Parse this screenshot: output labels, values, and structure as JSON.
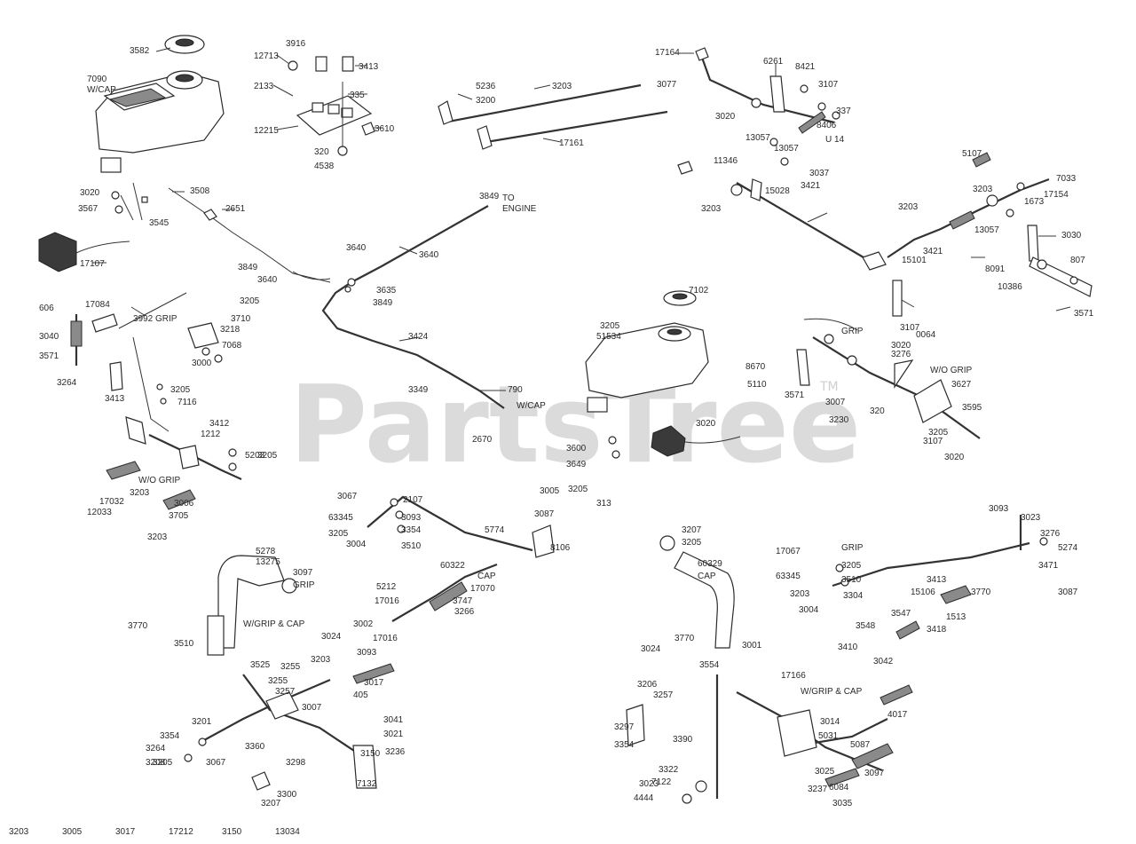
{
  "watermark": {
    "brand": "PartsTree",
    "tm": "TM"
  },
  "labels": [
    "3582",
    "3916",
    "12713",
    "2133",
    "3413",
    "335",
    "12215",
    "320",
    "3610",
    "4538",
    "7090",
    "W/CAP",
    "3020",
    "3567",
    "3508",
    "3545",
    "2651",
    "17107",
    "3849",
    "TO",
    "ENGINE",
    "3640",
    "3640",
    "3640",
    "3849",
    "3635",
    "3849",
    "3424",
    "3349",
    "5236",
    "3200",
    "3203",
    "17161",
    "17164",
    "6261",
    "8421",
    "3077",
    "3107",
    "3020",
    "337",
    "8406",
    "U 14",
    "13057",
    "13057",
    "3037",
    "3421",
    "11346",
    "3203",
    "15028",
    "5107",
    "7033",
    "3203",
    "17154",
    "1673",
    "3203",
    "13057",
    "3030",
    "3421",
    "15101",
    "8091",
    "807",
    "10386",
    "3571",
    "3107",
    "0064",
    "GRIP",
    "3020",
    "3276",
    "W/O GRIP",
    "3627",
    "8670",
    "5110",
    "3571",
    "3007",
    "3230",
    "320",
    "3205",
    "3107",
    "3020",
    "3595",
    "606",
    "17084",
    "3992 GRIP",
    "3040",
    "3571",
    "3205",
    "3710",
    "3218",
    "7068",
    "3000",
    "3264",
    "3413",
    "3205",
    "7116",
    "3412",
    "1212",
    "5203",
    "W/O GRIP",
    "3203",
    "12033",
    "17032",
    "3705",
    "3006",
    "3203",
    "3205",
    "7102",
    "3205",
    "51534",
    "790",
    "W/CAP",
    "2670",
    "3600",
    "3649",
    "3020",
    "3067",
    "2107",
    "63345",
    "3205",
    "3093",
    "3354",
    "3510",
    "3004",
    "3005",
    "3205",
    "3087",
    "5774",
    "313",
    "8106",
    "5278",
    "13275",
    "3097",
    "GRIP",
    "60322",
    "CAP",
    "5212",
    "17070",
    "3747",
    "17016",
    "3266",
    "3002",
    "17016",
    "3024",
    "3093",
    "3770",
    "3510",
    "W/GRIP & CAP",
    "3207",
    "3205",
    "60329",
    "CAP",
    "17067",
    "GRIP",
    "63345",
    "3205",
    "3203",
    "3510",
    "3304",
    "3004",
    "3093",
    "3023",
    "3276",
    "5274",
    "3471",
    "3087",
    "3413",
    "15106",
    "3770",
    "1513",
    "3547",
    "3418",
    "3548",
    "3410",
    "3042",
    "3770",
    "3024",
    "3001",
    "3554",
    "17166",
    "W/GRIP & CAP",
    "3206",
    "3257",
    "3014",
    "4017",
    "3297",
    "5031",
    "5087",
    "3354",
    "3390",
    "3322",
    "7122",
    "3097",
    "3025",
    "3237",
    "6084",
    "3023",
    "3035",
    "4444",
    "3525",
    "3255",
    "3203",
    "3255",
    "3257",
    "3017",
    "405",
    "3007",
    "3041",
    "3201",
    "3021",
    "3354",
    "3360",
    "3264",
    "3067",
    "3236",
    "3205",
    "3150",
    "3208",
    "3298",
    "3300",
    "3207",
    "7132",
    "3203",
    "3005",
    "3017",
    "17212",
    "3150",
    "13034"
  ]
}
